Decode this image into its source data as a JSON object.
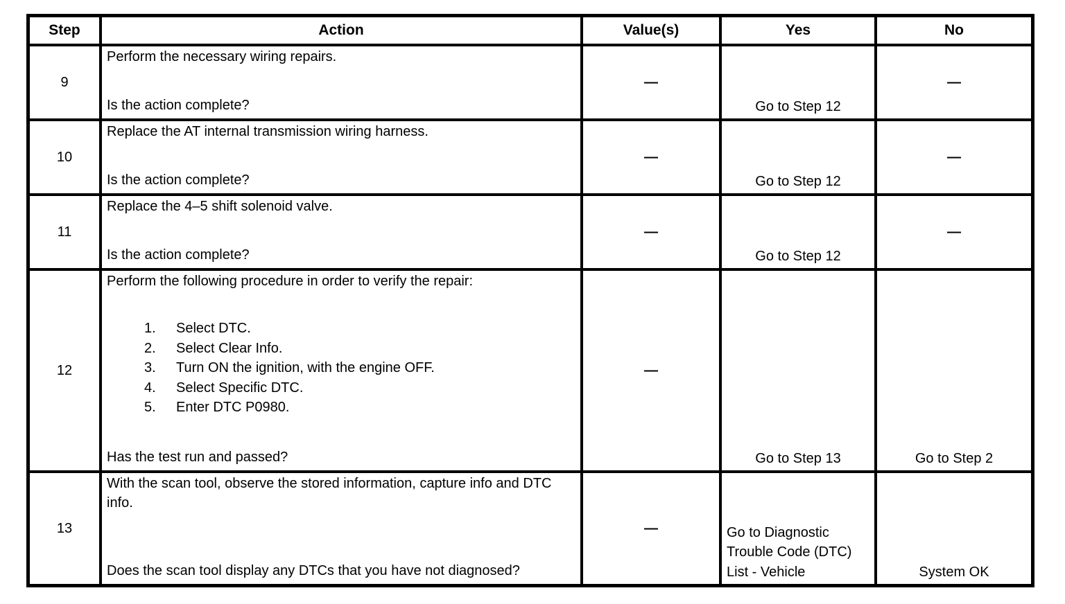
{
  "table": {
    "headers": [
      "Step",
      "Action",
      "Value(s)",
      "Yes",
      "No"
    ],
    "rows": [
      {
        "step": "9",
        "action": {
          "description": "Perform the necessary wiring repairs.",
          "question": "Is the action complete?"
        },
        "value": "—",
        "yes": "Go to Step 12",
        "no": "—"
      },
      {
        "step": "10",
        "action": {
          "description": "Replace the AT internal transmission wiring harness.",
          "question": "Is the action complete?"
        },
        "value": "—",
        "yes": "Go to Step 12",
        "no": "—"
      },
      {
        "step": "11",
        "action": {
          "description": "Replace the 4–5 shift solenoid valve.",
          "question": "Is the action complete?"
        },
        "value": "—",
        "yes": "Go to Step 12",
        "no": "—"
      },
      {
        "step": "12",
        "action": {
          "description": "Perform the following procedure in order to verify the repair:",
          "list": [
            "Select DTC.",
            "Select Clear Info.",
            "Turn ON the ignition, with the engine OFF.",
            "Select Specific DTC.",
            "Enter DTC P0980."
          ],
          "question": "Has the test run and passed?"
        },
        "value": "—",
        "yes": "Go to Step 13",
        "no": "Go to Step 2"
      },
      {
        "step": "13",
        "action": {
          "description": "With the scan tool, observe the stored information, capture info and DTC info.",
          "question": "Does the scan tool display any DTCs that you have not diagnosed?"
        },
        "value": "—",
        "yes": "Go to Diagnostic Trouble Code (DTC) List - Vehicle",
        "no": "System OK"
      }
    ]
  }
}
